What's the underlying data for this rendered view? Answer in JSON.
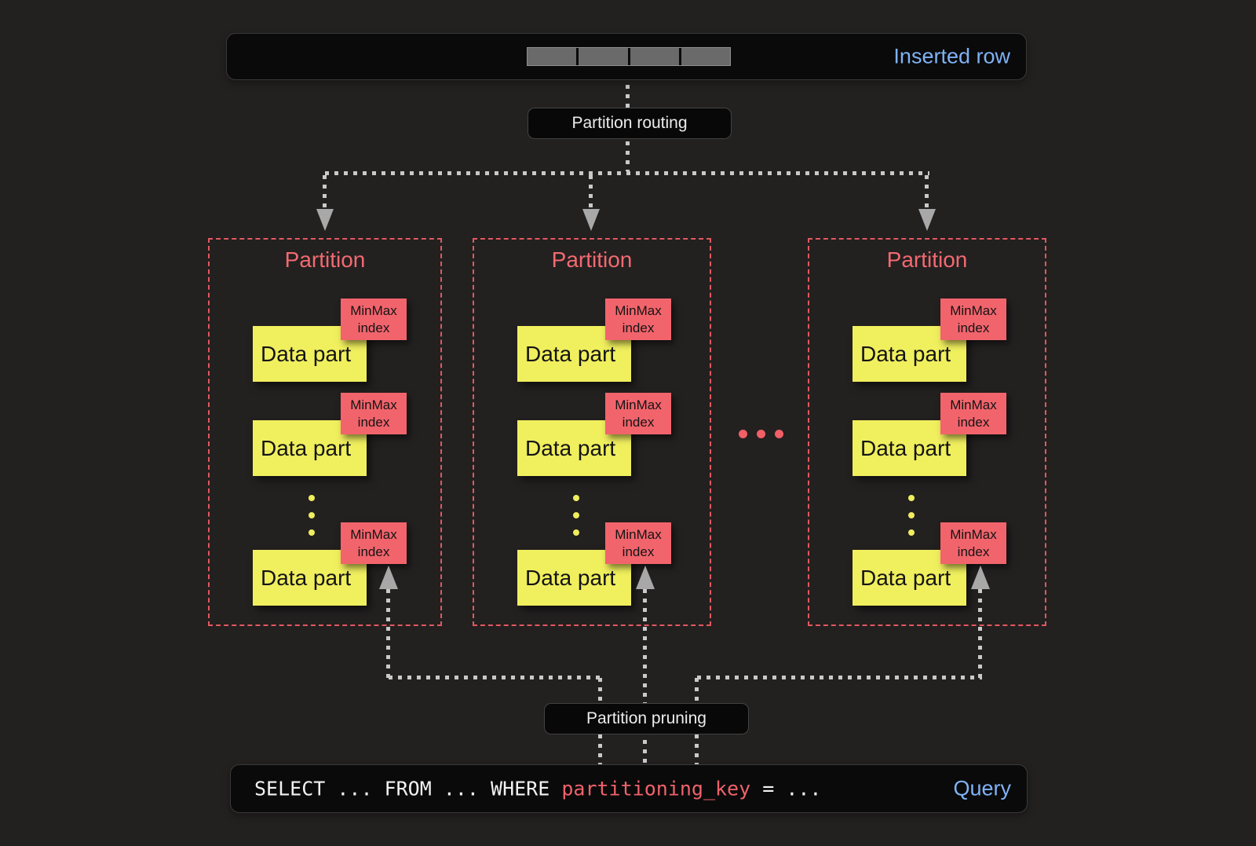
{
  "inserted_row": {
    "label": "Inserted row",
    "segments": 4
  },
  "routing_label": "Partition routing",
  "pruning_label": "Partition pruning",
  "partitions": [
    {
      "title": "Partition",
      "parts": [
        {
          "label": "Data part",
          "tag": "MinMax index"
        },
        {
          "label": "Data part",
          "tag": "MinMax index"
        },
        {
          "label": "Data part",
          "tag": "MinMax index"
        }
      ]
    },
    {
      "title": "Partition",
      "parts": [
        {
          "label": "Data part",
          "tag": "MinMax index"
        },
        {
          "label": "Data part",
          "tag": "MinMax index"
        },
        {
          "label": "Data part",
          "tag": "MinMax index"
        }
      ]
    },
    {
      "title": "Partition",
      "parts": [
        {
          "label": "Data part",
          "tag": "MinMax index"
        },
        {
          "label": "Data part",
          "tag": "MinMax index"
        },
        {
          "label": "Data part",
          "tag": "MinMax index"
        }
      ]
    }
  ],
  "ellipsis": "...",
  "query": {
    "text_before_key": "SELECT ... FROM ... WHERE ",
    "key": "partitioning_key",
    "text_after_key": " = ...",
    "label": "Query"
  },
  "colors": {
    "background": "#232020",
    "panel": "#0a0a0a",
    "accent_blue": "#7fb2f5",
    "accent_red": "#f2646c",
    "accent_yellow": "#f0ef5e",
    "arrow_gray": "#c9c9c9"
  }
}
